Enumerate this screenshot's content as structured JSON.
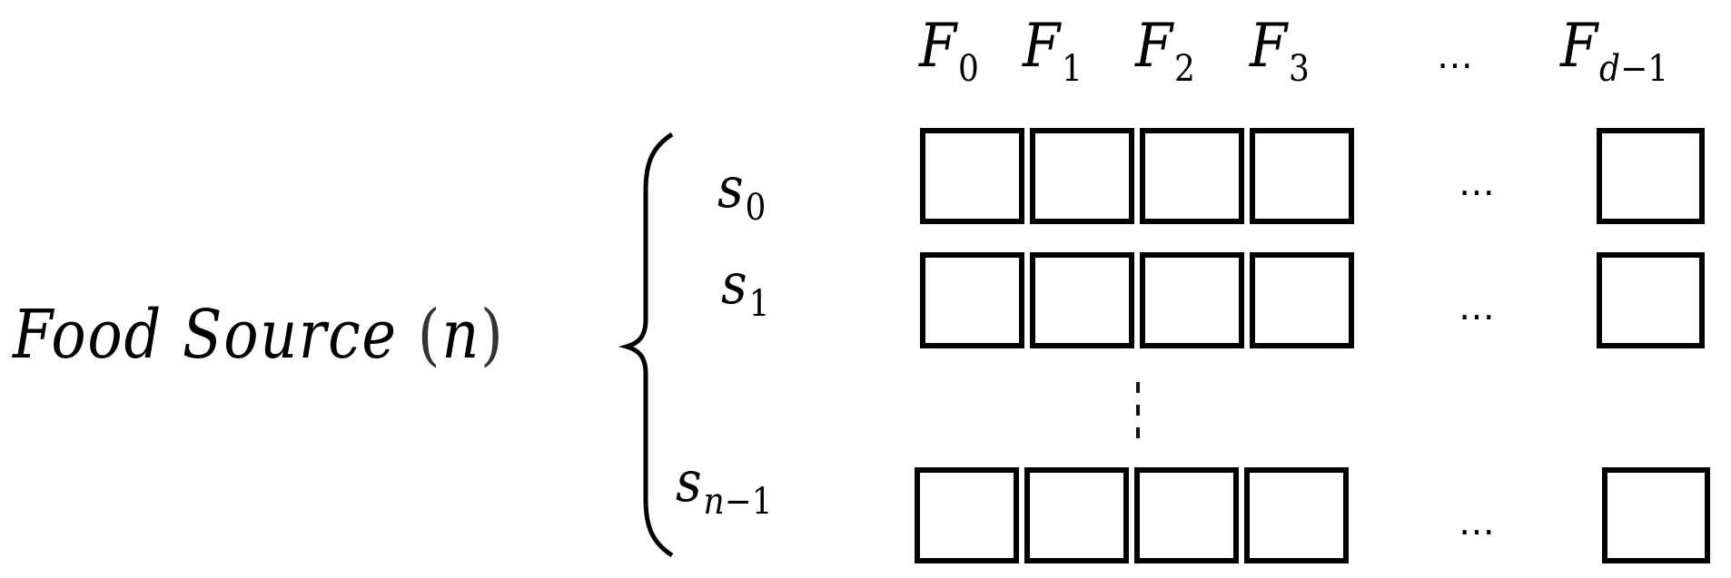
{
  "diagram": {
    "title": {
      "text": "Food Source",
      "paren_open": "(",
      "variable": "n",
      "paren_close": ")"
    },
    "columns": [
      {
        "base": "F",
        "sub": "0"
      },
      {
        "base": "F",
        "sub": "1"
      },
      {
        "base": "F",
        "sub": "2"
      },
      {
        "base": "F",
        "sub": "3"
      },
      {
        "base": "F",
        "sub_var": "d",
        "sub_rest": "−1"
      }
    ],
    "column_ellipsis": "⋯",
    "rows": [
      {
        "base": "s",
        "sub": "0"
      },
      {
        "base": "s",
        "sub": "1"
      },
      {
        "base": "s",
        "sub_var": "n",
        "sub_rest": "−1"
      }
    ],
    "row_ellipsis": "⋯",
    "vertical_ellipsis": "⋮",
    "colors": {
      "stroke": "#000000",
      "background": "#ffffff"
    }
  }
}
